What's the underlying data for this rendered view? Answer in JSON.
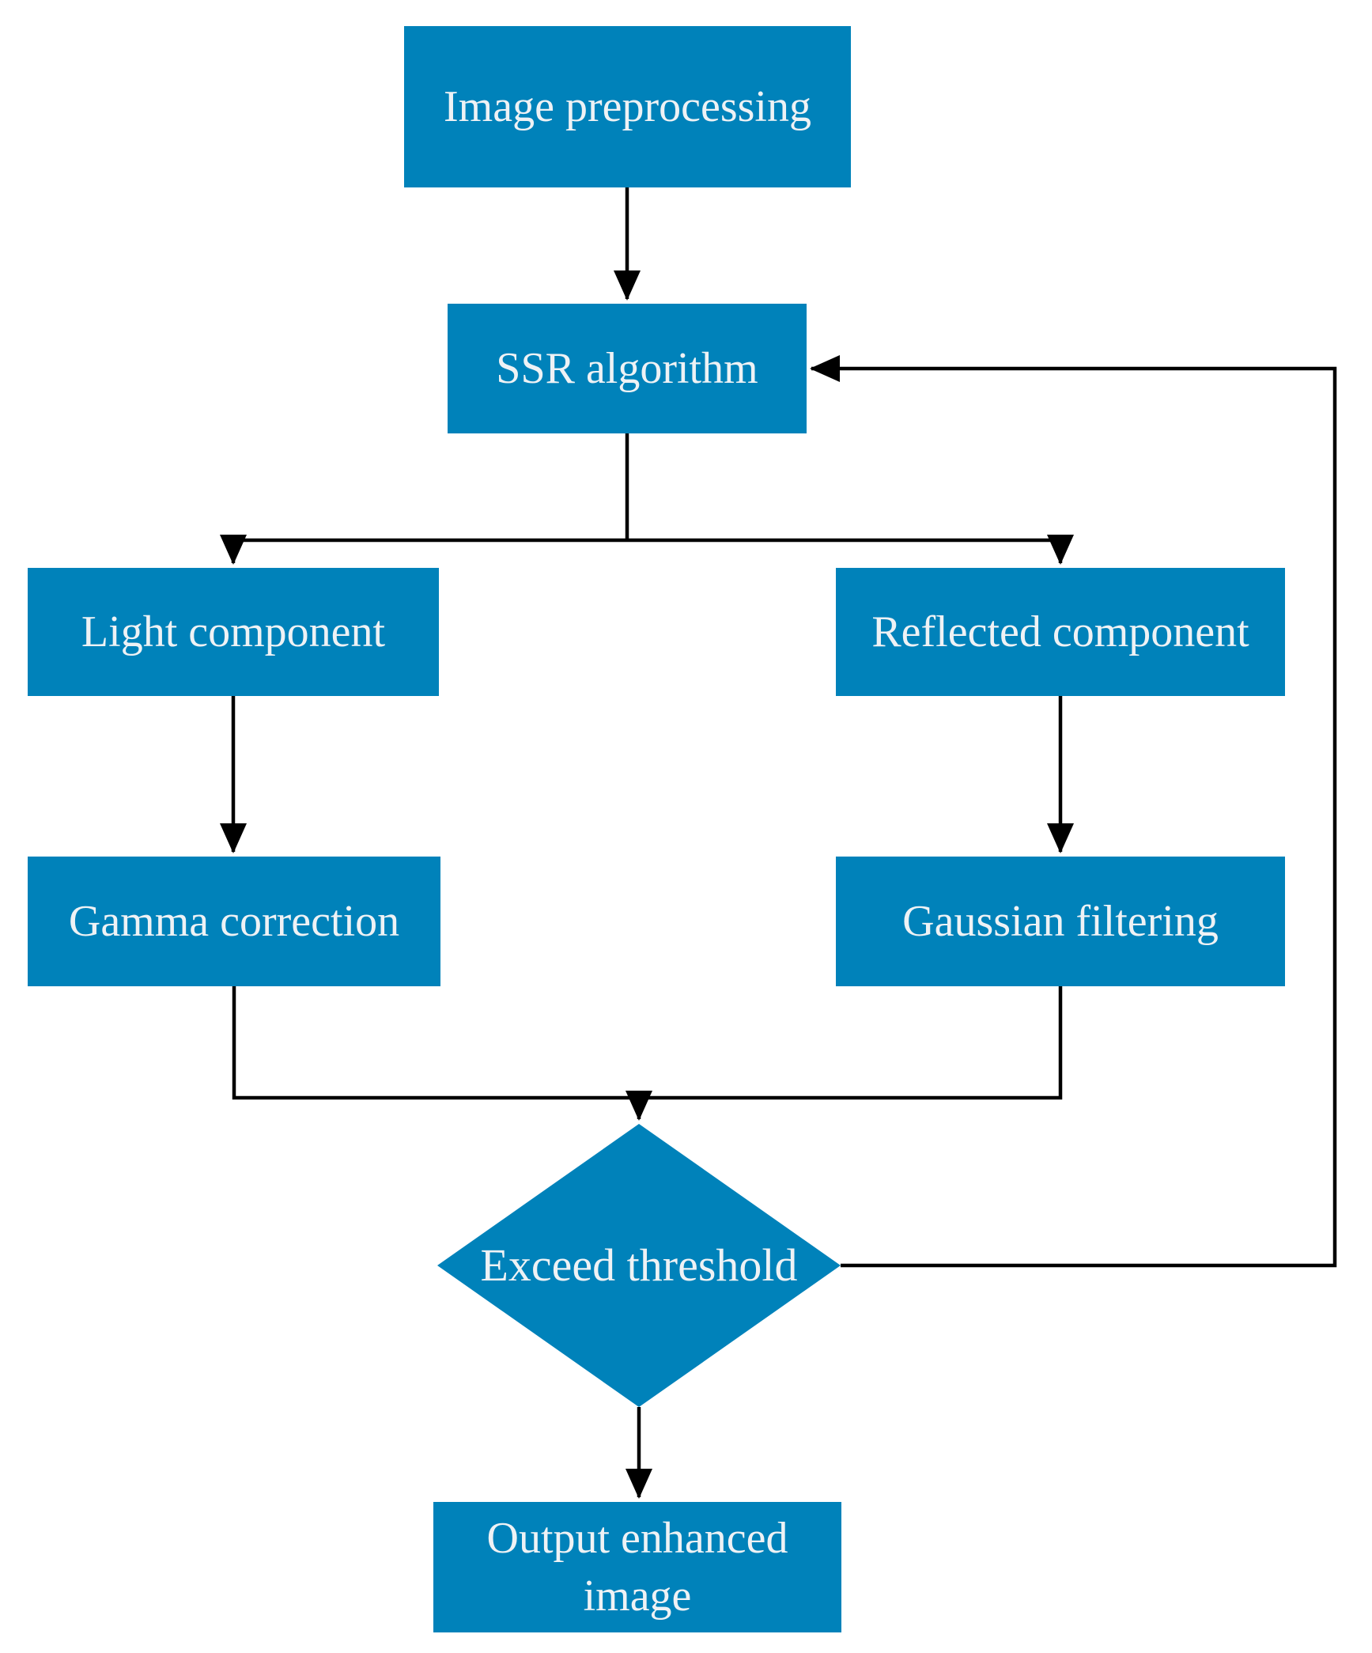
{
  "diagram": {
    "type": "flowchart",
    "colors": {
      "node_fill": "#0082ba",
      "node_text": "#eef2f5",
      "connector": "#000000",
      "background": "#ffffff"
    },
    "nodes": {
      "image_preprocessing": {
        "label": "Image preprocessing",
        "shape": "rectangle"
      },
      "ssr_algorithm": {
        "label": "SSR algorithm",
        "shape": "rectangle"
      },
      "light_component": {
        "label": "Light component",
        "shape": "rectangle"
      },
      "reflected_component": {
        "label": "Reflected component",
        "shape": "rectangle"
      },
      "gamma_correction": {
        "label": "Gamma correction",
        "shape": "rectangle"
      },
      "gaussian_filtering": {
        "label": "Gaussian filtering",
        "shape": "rectangle"
      },
      "exceed_threshold": {
        "label": "Exceed threshold",
        "shape": "diamond"
      },
      "output_enhanced_image": {
        "label": "Output enhanced image",
        "shape": "rectangle"
      }
    },
    "edges": [
      {
        "from": "image_preprocessing",
        "to": "ssr_algorithm",
        "type": "arrow"
      },
      {
        "from": "ssr_algorithm",
        "to": "light_component",
        "type": "arrow"
      },
      {
        "from": "ssr_algorithm",
        "to": "reflected_component",
        "type": "arrow"
      },
      {
        "from": "light_component",
        "to": "gamma_correction",
        "type": "arrow"
      },
      {
        "from": "reflected_component",
        "to": "gaussian_filtering",
        "type": "arrow"
      },
      {
        "from": "gamma_correction",
        "to": "exceed_threshold",
        "type": "arrow"
      },
      {
        "from": "gaussian_filtering",
        "to": "exceed_threshold",
        "type": "arrow"
      },
      {
        "from": "exceed_threshold",
        "to": "output_enhanced_image",
        "type": "arrow"
      },
      {
        "from": "exceed_threshold",
        "to": "ssr_algorithm",
        "type": "feedback-arrow"
      }
    ]
  }
}
